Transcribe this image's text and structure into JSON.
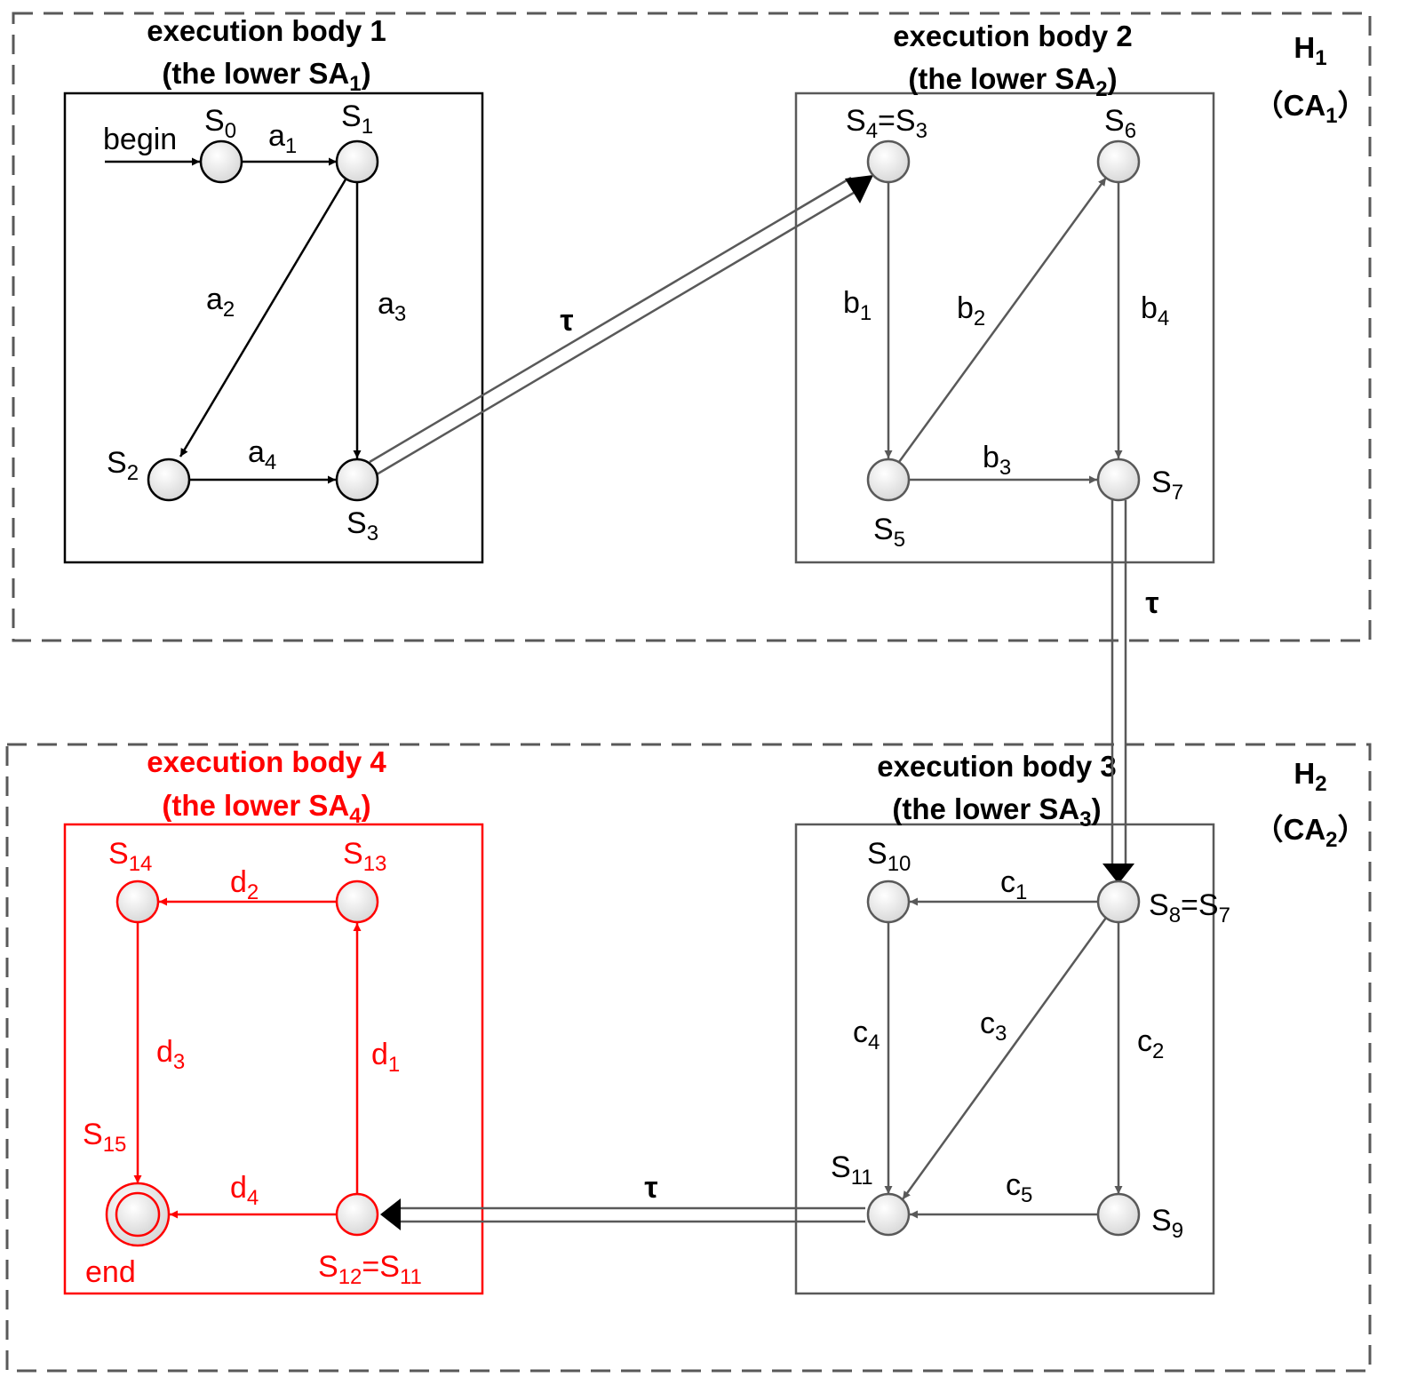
{
  "groups": {
    "h1": {
      "label": "H",
      "label_sub": "1",
      "ca": "CA",
      "ca_sub": "1"
    },
    "h2": {
      "label": "H",
      "label_sub": "2",
      "ca": "CA",
      "ca_sub": "2"
    }
  },
  "bodies": {
    "b1": {
      "title": "execution body 1",
      "sub_text": "(the lower SA",
      "sub_idx": "1",
      "close": ")"
    },
    "b2": {
      "title": "execution body 2",
      "sub_text": "(the lower SA",
      "sub_idx": "2",
      "close": ")"
    },
    "b3": {
      "title": "execution body 3",
      "sub_text": "(the lower SA",
      "sub_idx": "3",
      "close": ")"
    },
    "b4": {
      "title": "execution body 4",
      "sub_text": "(the lower SA",
      "sub_idx": "4",
      "close": ")"
    }
  },
  "states": {
    "s0": {
      "b": "S",
      "i": "0"
    },
    "s1": {
      "b": "S",
      "i": "1"
    },
    "s2": {
      "b": "S",
      "i": "2"
    },
    "s3": {
      "b": "S",
      "i": "3"
    },
    "s4": {
      "b": "S",
      "i": "4",
      "eq": "=S",
      "i2": "3"
    },
    "s5": {
      "b": "S",
      "i": "5"
    },
    "s6": {
      "b": "S",
      "i": "6"
    },
    "s7": {
      "b": "S",
      "i": "7"
    },
    "s8": {
      "b": "S",
      "i": "8",
      "eq": "=S",
      "i2": "7"
    },
    "s9": {
      "b": "S",
      "i": "9"
    },
    "s10": {
      "b": "S",
      "i": "10"
    },
    "s11": {
      "b": "S",
      "i": "11"
    },
    "s12": {
      "b": "S",
      "i": "12",
      "eq": "=S",
      "i2": "11"
    },
    "s13": {
      "b": "S",
      "i": "13"
    },
    "s14": {
      "b": "S",
      "i": "14"
    },
    "s15": {
      "b": "S",
      "i": "15"
    }
  },
  "edges": {
    "a1": {
      "b": "a",
      "i": "1"
    },
    "a2": {
      "b": "a",
      "i": "2"
    },
    "a3": {
      "b": "a",
      "i": "3"
    },
    "a4": {
      "b": "a",
      "i": "4"
    },
    "b1": {
      "b": "b",
      "i": "1"
    },
    "b2": {
      "b": "b",
      "i": "2"
    },
    "b3": {
      "b": "b",
      "i": "3"
    },
    "b4": {
      "b": "b",
      "i": "4"
    },
    "c1": {
      "b": "c",
      "i": "1"
    },
    "c2": {
      "b": "c",
      "i": "2"
    },
    "c3": {
      "b": "c",
      "i": "3"
    },
    "c4": {
      "b": "c",
      "i": "4"
    },
    "c5": {
      "b": "c",
      "i": "5"
    },
    "d1": {
      "b": "d",
      "i": "1"
    },
    "d2": {
      "b": "d",
      "i": "2"
    },
    "d3": {
      "b": "d",
      "i": "3"
    },
    "d4": {
      "b": "d",
      "i": "4"
    }
  },
  "labels": {
    "begin": "begin",
    "end": "end",
    "tau": "τ"
  },
  "colors": {
    "black": "#000000",
    "gray": "#595959",
    "red": "#ff0000",
    "node_fill": "#e8e8e8"
  }
}
